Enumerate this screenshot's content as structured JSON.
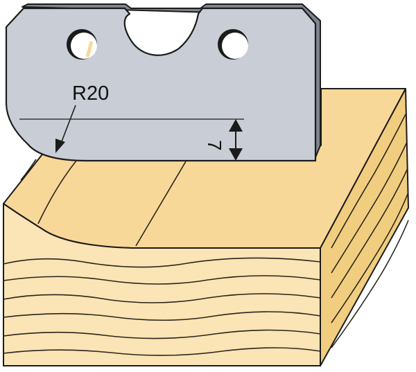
{
  "figure": {
    "radius_label": "R20",
    "depth_label": "7"
  },
  "colors": {
    "knife_fill": "#c8cdd6",
    "knife_bevel": "#7f8591",
    "wood_front": "#fbe4b5",
    "wood_top": "#f7d898",
    "wood_side": "#f1cd7f",
    "wood_lines": "#2a241c",
    "outline": "#1b1b1b"
  },
  "icons": {
    "dimension_arrow": "double-headed-arrow"
  }
}
